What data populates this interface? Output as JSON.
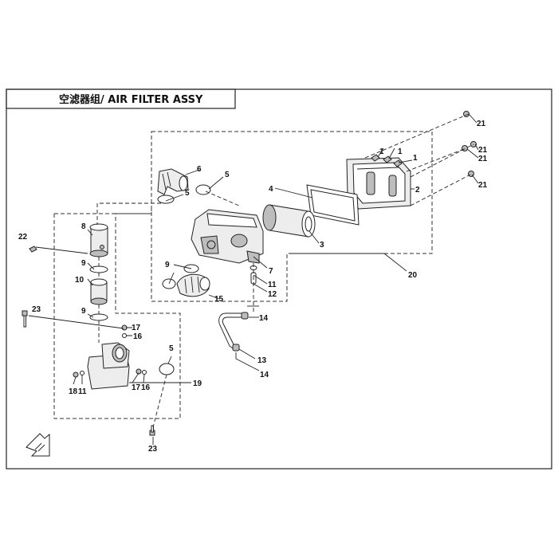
{
  "title": "空滤器组/ AIR FILTER ASSY",
  "callouts": {
    "c1a": "1",
    "c1b": "1",
    "c1c": "1",
    "c2": "2",
    "c3": "3",
    "c4": "4",
    "c5a": "5",
    "c5b": "5",
    "c5c": "5",
    "c6": "6",
    "c7": "7",
    "c8": "8",
    "c9a": "9",
    "c9b": "9",
    "c9c": "9",
    "c10": "10",
    "c11a": "11",
    "c11b": "11",
    "c12": "12",
    "c13": "13",
    "c14a": "14",
    "c14b": "14",
    "c15": "15",
    "c16a": "16",
    "c16b": "16",
    "c17a": "17",
    "c17b": "17",
    "c18": "18",
    "c19": "19",
    "c20": "20",
    "c21a": "21",
    "c21b": "21",
    "c21c": "21",
    "c21d": "21",
    "c22": "22",
    "c23a": "23",
    "c23b": "23"
  }
}
